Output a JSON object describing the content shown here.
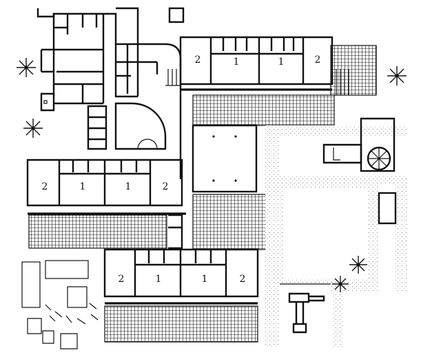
{
  "rooms": [
    {
      "id": "north-classroom-a",
      "label": "2"
    },
    {
      "id": "north-classroom-b",
      "label": "1"
    },
    {
      "id": "north-classroom-c",
      "label": "1"
    },
    {
      "id": "north-classroom-d",
      "label": "2"
    },
    {
      "id": "west-classroom-a",
      "label": "2"
    },
    {
      "id": "west-classroom-b",
      "label": "1"
    },
    {
      "id": "west-classroom-c",
      "label": "1"
    },
    {
      "id": "west-classroom-d",
      "label": "2"
    },
    {
      "id": "south-classroom-a",
      "label": "2"
    },
    {
      "id": "south-classroom-b",
      "label": "1"
    },
    {
      "id": "south-classroom-c",
      "label": "1"
    },
    {
      "id": "south-classroom-d",
      "label": "2"
    }
  ],
  "colors": {
    "ink": "#111111",
    "paper": "#ffffff"
  },
  "icons": [
    "tree-icon",
    "wheel-icon"
  ]
}
